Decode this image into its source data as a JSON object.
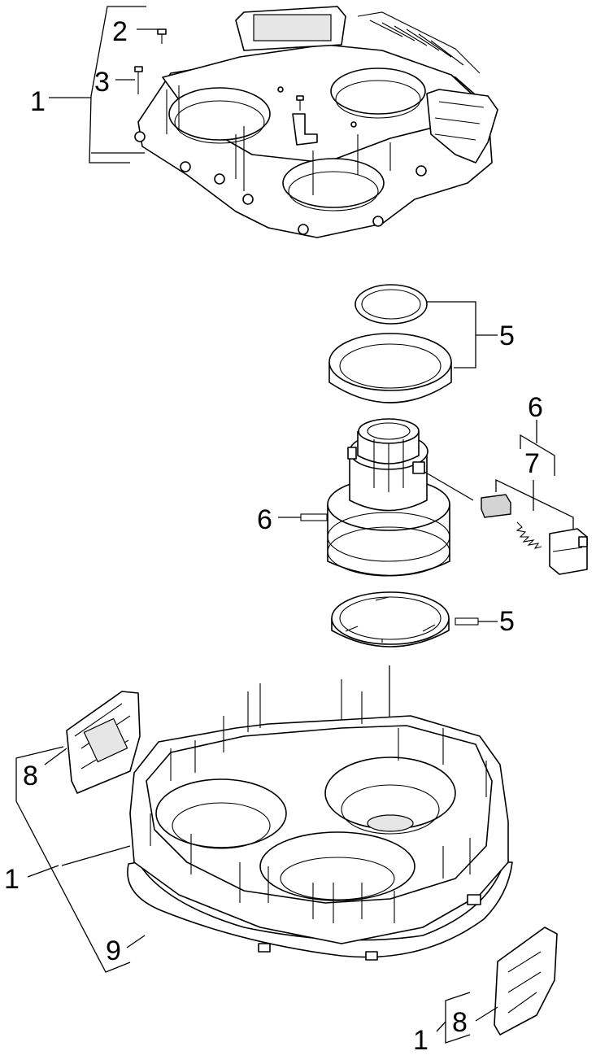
{
  "diagram": {
    "callouts": [
      {
        "id": "c-1-top",
        "label": "1"
      },
      {
        "id": "c-2",
        "label": "2"
      },
      {
        "id": "c-3",
        "label": "3"
      },
      {
        "id": "c-5-upper",
        "label": "5"
      },
      {
        "id": "c-6-right",
        "label": "6"
      },
      {
        "id": "c-7",
        "label": "7"
      },
      {
        "id": "c-6-left",
        "label": "6"
      },
      {
        "id": "c-5-lower",
        "label": "5"
      },
      {
        "id": "c-8-left",
        "label": "8"
      },
      {
        "id": "c-1-mid",
        "label": "1"
      },
      {
        "id": "c-9",
        "label": "9"
      },
      {
        "id": "c-8-right",
        "label": "8"
      },
      {
        "id": "c-1-bottom",
        "label": "1"
      }
    ]
  }
}
